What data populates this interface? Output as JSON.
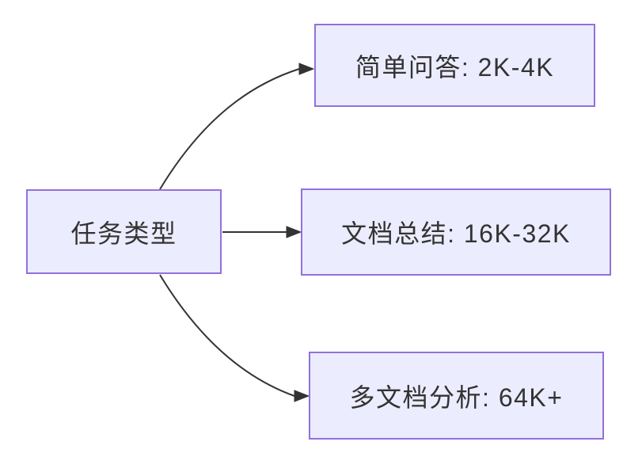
{
  "diagram": {
    "type": "flowchart",
    "direction": "left-to-right",
    "nodes": [
      {
        "id": "root",
        "label": "任务类型"
      },
      {
        "id": "simple-qa",
        "label": "简单问答: 2K-4K"
      },
      {
        "id": "doc-summary",
        "label": "文档总结: 16K-32K"
      },
      {
        "id": "multi-doc",
        "label": "多文档分析: 64K+"
      }
    ],
    "edges": [
      {
        "from": "root",
        "to": "simple-qa"
      },
      {
        "from": "root",
        "to": "doc-summary"
      },
      {
        "from": "root",
        "to": "multi-doc"
      }
    ],
    "colors": {
      "bg": "#ffffff",
      "node-fill": "#ECECFF",
      "node-border": "#9370DB",
      "edge": "#333333",
      "text": "#333333"
    }
  }
}
